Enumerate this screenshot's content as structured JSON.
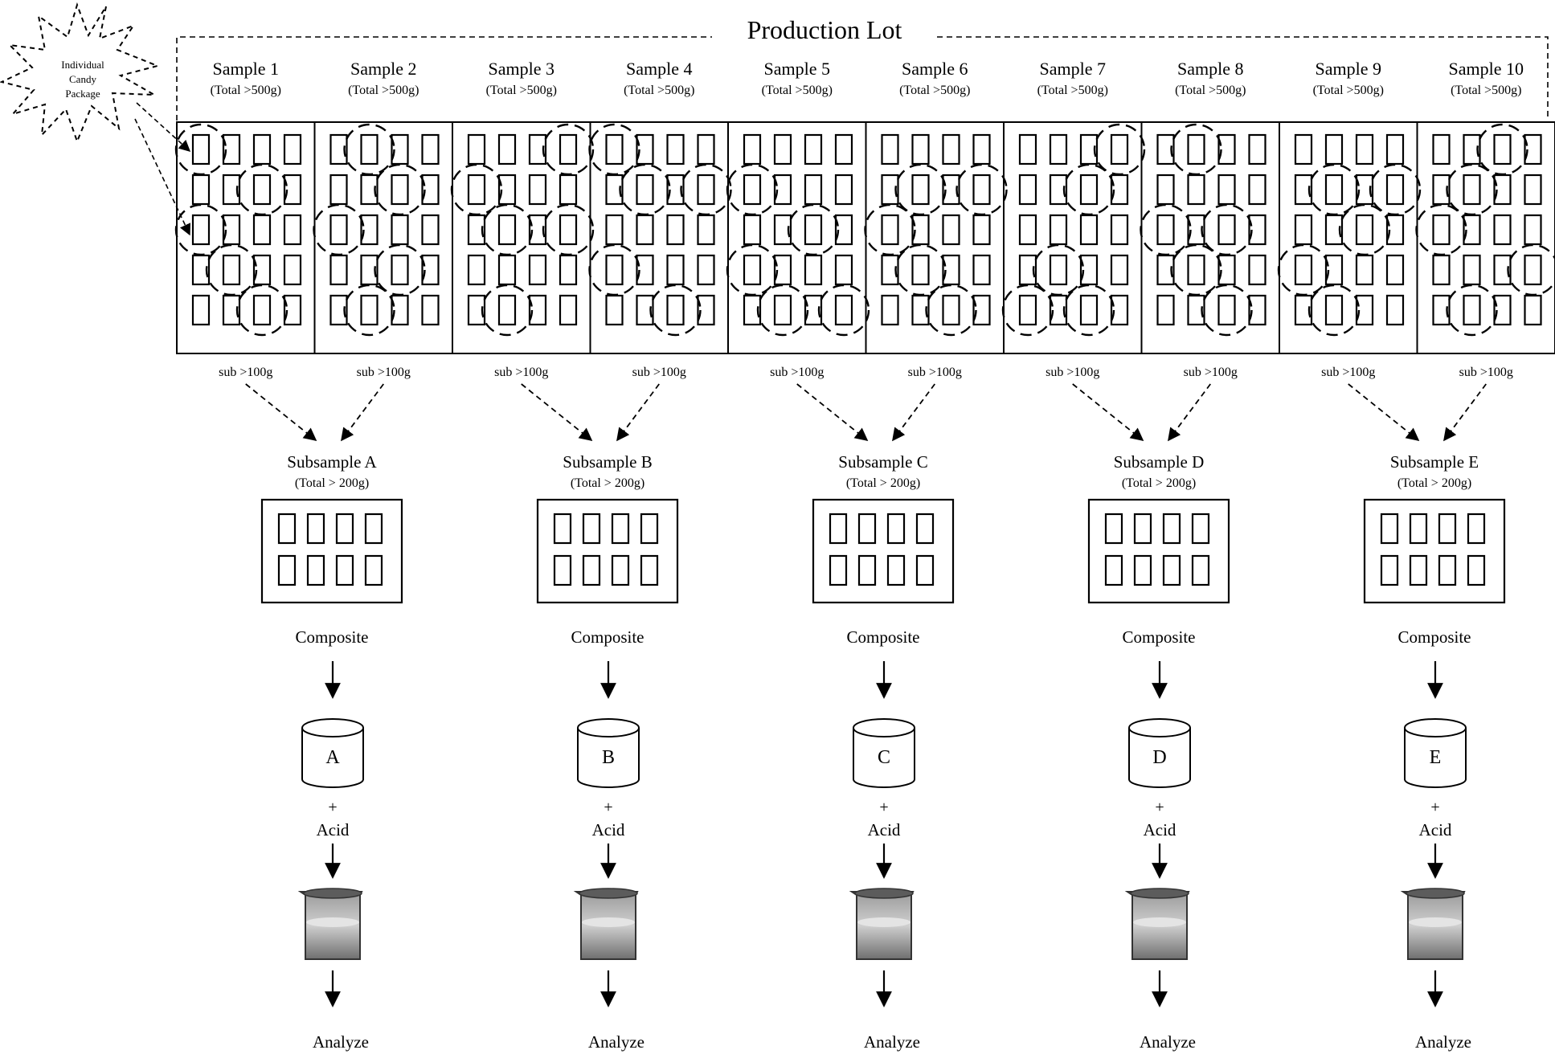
{
  "title": "Production Lot",
  "starburst_lines": [
    "Individual",
    "Candy",
    "Package"
  ],
  "samples": [
    {
      "name": "Sample 1",
      "total": "(Total >500g)",
      "sub": "sub >100g"
    },
    {
      "name": "Sample 2",
      "total": "(Total >500g)",
      "sub": "sub >100g"
    },
    {
      "name": "Sample 3",
      "total": "(Total >500g)",
      "sub": "sub >100g"
    },
    {
      "name": "Sample 4",
      "total": "(Total >500g)",
      "sub": "sub >100g"
    },
    {
      "name": "Sample 5",
      "total": "(Total >500g)",
      "sub": "sub >100g"
    },
    {
      "name": "Sample 6",
      "total": "(Total >500g)",
      "sub": "sub >100g"
    },
    {
      "name": "Sample 7",
      "total": "(Total >500g)",
      "sub": "sub >100g"
    },
    {
      "name": "Sample 8",
      "total": "(Total >500g)",
      "sub": "sub >100g"
    },
    {
      "name": "Sample 9",
      "total": "(Total >500g)",
      "sub": "sub >100g"
    },
    {
      "name": "Sample 10",
      "total": "(Total >500g)",
      "sub": "sub >100g"
    }
  ],
  "subsamples": [
    {
      "name": "Subsample A",
      "total": "(Total > 200g)",
      "composite": "Composite",
      "letter": "A",
      "plus": "+",
      "acid": "Acid",
      "analyze": "Analyze"
    },
    {
      "name": "Subsample B",
      "total": "(Total > 200g)",
      "composite": "Composite",
      "letter": "B",
      "plus": "+",
      "acid": "Acid",
      "analyze": "Analyze"
    },
    {
      "name": "Subsample C",
      "total": "(Total > 200g)",
      "composite": "Composite",
      "letter": "C",
      "plus": "+",
      "acid": "Acid",
      "analyze": "Analyze"
    },
    {
      "name": "Subsample D",
      "total": "(Total > 200g)",
      "composite": "Composite",
      "letter": "D",
      "plus": "+",
      "acid": "Acid",
      "analyze": "Analyze"
    },
    {
      "name": "Subsample E",
      "total": "(Total > 200g)",
      "composite": "Composite",
      "letter": "E",
      "plus": "+",
      "acid": "Acid",
      "analyze": "Analyze"
    }
  ]
}
